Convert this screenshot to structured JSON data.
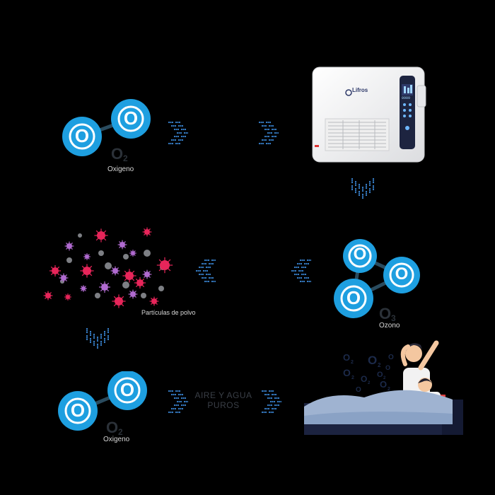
{
  "colors": {
    "background": "#000000",
    "atom_fill": "#1e9fe0",
    "atom_inner": "#2eb1ee",
    "atom_ring": "#ffffff",
    "bond": "#2a4b5e",
    "chevron_dots": "#3b87d6",
    "pathogen_red": "#e8255a",
    "pathogen_purple": "#b06ad0",
    "dust_gray": "#7d7f84"
  },
  "icons": [
    "chevron-right-dotted-icon",
    "chevron-left-dotted-icon",
    "chevron-down-dotted-icon",
    "air-purifier-icon",
    "dust-particles-icon",
    "sleeping-couple-icon"
  ],
  "molecules": {
    "oxygen_top": {
      "atom_letter": "O",
      "formula_letter": "O",
      "formula_sub": "2",
      "label": "Oxigeno"
    },
    "ozone": {
      "atom_letter": "O",
      "formula_letter": "O",
      "formula_sub": "3",
      "label": "Ozono"
    },
    "oxygen_bottom": {
      "atom_letter": "O",
      "formula_letter": "O",
      "formula_sub": "2",
      "label": "Oxigeno"
    }
  },
  "dust": {
    "label": "Partículas de polvo"
  },
  "device": {
    "brand": "Lifros",
    "display_value": "0909"
  },
  "caption": {
    "line1": "AIRE Y AGUA",
    "line2": "PUROS"
  },
  "bedroom": {
    "bubble_text": "O2"
  }
}
